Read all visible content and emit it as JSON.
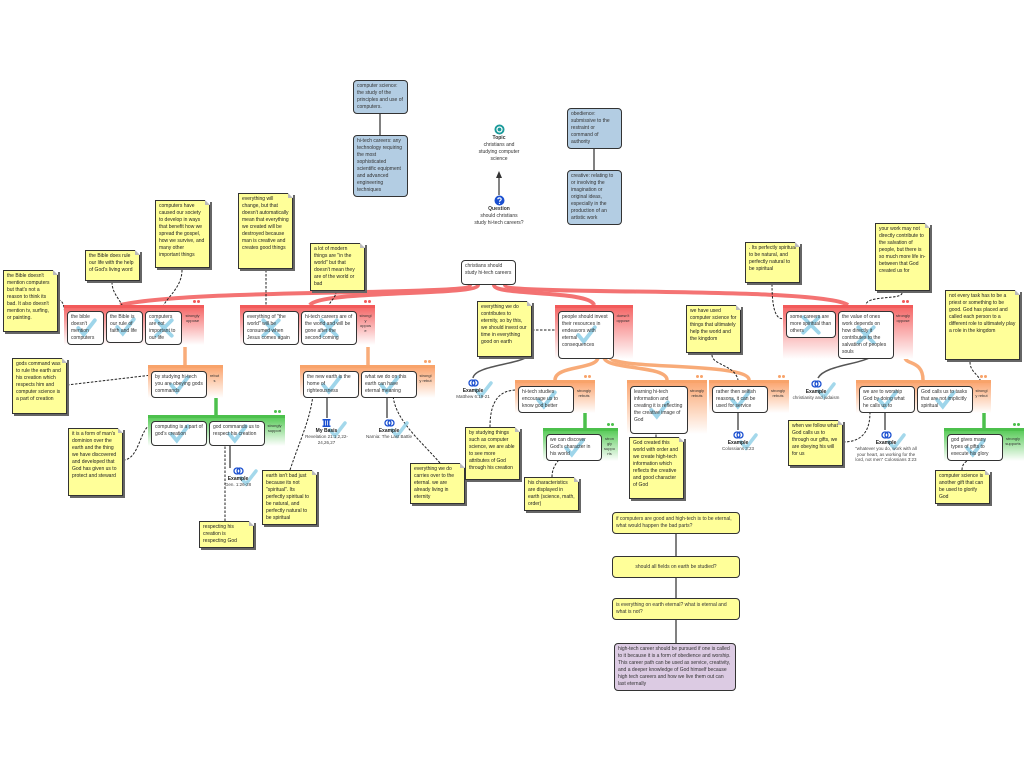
{
  "colors": {
    "oppose": "#f25a5a",
    "rebut": "#f8a36a",
    "support": "#4cc04c",
    "definition": "#b3cde3",
    "note": "#ffff99",
    "final": "#dccbe3",
    "mark": "#7ec8e3"
  },
  "definitions": [
    "computer science: the study of the principles and use of computers.",
    "hi-tech careers: any technology requiring the most sophisticated scientific equipment and advanced engineering techniques",
    "obedience: submissive to the restraint or command of authority",
    "creative: relating to or involving the imagination or original ideas, especially in the production of an artistic work"
  ],
  "topic": {
    "label": "Topic",
    "text": "christians and studying computer science",
    "icon": "topic-icon"
  },
  "question": {
    "label": "Question",
    "text": "should christians study hi-tech careers?",
    "icon": "question-icon"
  },
  "main_claim": "christians should study hi-tech careers",
  "groups": [
    {
      "kind": "oppose",
      "label": "strongly oppose",
      "claims": [
        {
          "text": "the bible doesn't mention computers",
          "mark": "check"
        },
        {
          "text": "the Bible is our rule of faith and life",
          "mark": "check"
        },
        {
          "text": "computers are not important to our life",
          "mark": "cross"
        }
      ]
    },
    {
      "kind": "oppose",
      "label": "strongly oppose",
      "claims": [
        {
          "text": "everything of \"the world\" will be consumed when Jesus comes again",
          "mark": "cross"
        },
        {
          "text": "hi-tech careers are of the world and will be gone after the second coming",
          "mark": "cross"
        }
      ]
    },
    {
      "kind": "oppose",
      "label": "doesn't oppose",
      "claims": [
        {
          "text": "people should invest their resources in endeavors with eternal consequences",
          "mark": "check"
        }
      ]
    },
    {
      "kind": "oppose",
      "label": "strongly oppose",
      "claims": [
        {
          "text": "some careers are more spiritual than others",
          "mark": "cross"
        },
        {
          "text": "the value of ones work depends on how directly it contributes to the salvation of peoples souls",
          "mark": "cross"
        }
      ]
    },
    {
      "kind": "rebut",
      "label": "rebuts",
      "claims": [
        {
          "text": "by studying hi-tech you are obeying gods commands",
          "mark": "check"
        }
      ]
    },
    {
      "kind": "rebut",
      "label": "strongly rebut",
      "claims": [
        {
          "text": "the new earth is the home of righteousness",
          "mark": "check"
        },
        {
          "text": "what we do on this earth can have eternal meaning",
          "mark": "check"
        }
      ]
    },
    {
      "kind": "rebut",
      "label": "strongly rebuts",
      "claims": [
        {
          "text": "hi-tech studies encourage us to know god better",
          "mark": "check"
        }
      ]
    },
    {
      "kind": "rebut",
      "label": "strongly rebuts",
      "claims": [
        {
          "text": "learning hi-tech information and creating it is reflecting the creative image of God",
          "mark": "check"
        }
      ]
    },
    {
      "kind": "rebut",
      "label": "strongly rebuts",
      "claims": [
        {
          "text": "rather then selfish reasons, it can be used for service",
          "mark": "check"
        }
      ]
    },
    {
      "kind": "rebut",
      "label": "strongly rebut",
      "claims": [
        {
          "text": "we are to worship God by doing what he calls us to",
          "mark": "check"
        },
        {
          "text": "God calls us to tasks that are not implicitly spiritual",
          "mark": "check"
        }
      ]
    },
    {
      "kind": "support",
      "label": "strongly support",
      "claims": [
        {
          "text": "computing is a part of god's creation",
          "mark": "check"
        },
        {
          "text": "god commands us to respect his creation",
          "mark": "check"
        }
      ]
    },
    {
      "kind": "support",
      "label": "strongly supports",
      "claims": [
        {
          "text": "we can discover God's character in his world",
          "mark": "check"
        }
      ]
    },
    {
      "kind": "support",
      "label": "strongly supports",
      "claims": [
        {
          "text": "god gives many types of gifts to execute his glory",
          "mark": "check"
        }
      ]
    }
  ],
  "notes": [
    "the Bible doesn't mention computers but that's not a reason to think its bad. It also doesn't mention tv, surfing, or painting.",
    "the Bible does rule our life with the help of God's living word",
    "computers have caused our society to develop in ways that benefit how we spread the gospel, how we survive, and many other important things",
    "everything will change, but that doesn't automatically mean that everything we created will be destroyed because man is creative and creates good things",
    "a lot of modern things are \"in the world\" but that doesn't mean they are of the world or bad",
    "everything we do contributes to eternity, so by this, we should invest our time in everything good on earth",
    "we have used computer science for things that ultimately help the world and the kingdom",
    ". Its perfectly spiritual to be natural, and perfectly natural to be spiritual",
    "your work may not directly contribute to the salvation of people, but there is so much more life in-between that God created us for",
    "not every task has to be a priest or something to be good. God has placed and called each person to a different role to ultimately play a role in the kingdom",
    "gods command was to rule the earth and his creation which respects him and computer science is a part of creation",
    "it is a form of man's dominion over the earth and the thing we have discovered and developed that God has given us to protect and steward",
    "respecting his creation is respecting God",
    "earth isn't bad just because its not \"spiritual\". Its perfectly spiritual to be natural, and perfectly natural to be spiritual",
    "everything we do carries over to the eternal. we are already living in eternity",
    "by studying things such as computer science, we are able to see more attributes of God through his creation",
    "his characteristics are displayed in earth (science, math, order)",
    "God created this world with order and we create high-tech information which reflects the creative and good character of God",
    "when we follow what God calls us to through our gifts, we are obeying his will for us",
    "computer science is another gift that can be used to glorify God"
  ],
  "examples": [
    {
      "label": "Example",
      "ref": "Gen. 1:26-28",
      "icon": "example-icon"
    },
    {
      "label": "My Basis",
      "ref": "Revelation 21:1,2,22-24,26,27",
      "icon": "basis-icon"
    },
    {
      "label": "Example",
      "ref": "Narnia: The Last Battle",
      "icon": "example-icon"
    },
    {
      "label": "Example",
      "ref": "Matthew 6:19-21",
      "icon": "example-icon"
    },
    {
      "label": "Example",
      "ref": "Colossians 3:23",
      "icon": "example-icon"
    },
    {
      "label": "Example",
      "ref": "christianity and judaism",
      "icon": "example-icon"
    },
    {
      "label": "Example",
      "ref": "\"whatever you do, work with all your heart, as working for the lord, not men\" Colossians 3:23",
      "icon": "example-icon"
    }
  ],
  "chain": [
    "if computers are good and high-tech is to be eternal, what would happen the bad parts?",
    "should all fields on earth be studied?",
    "is everything on earth eternal? what is eternal and what is not?",
    "high-tech career should be pursued if one is called to it because it is a form of obedience and worship. This career path can be used as service, creativity, and a deeper knowledge of God himself because high tech careers and how we live them out can last eternally"
  ]
}
